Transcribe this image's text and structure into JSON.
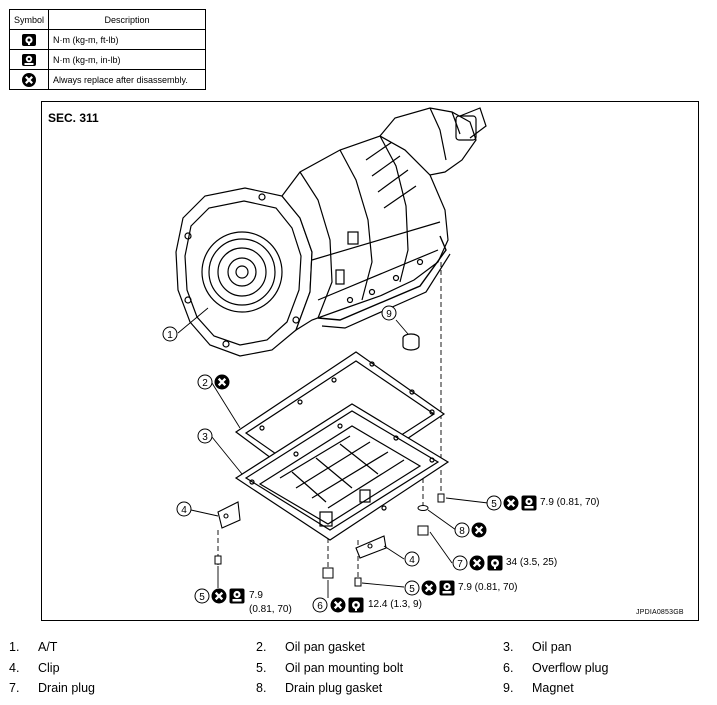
{
  "legend": {
    "header_symbol": "Symbol",
    "header_description": "Description",
    "rows": [
      {
        "icon": "torque-wrench-icon",
        "description": "N·m (kg-m, ft-lb)"
      },
      {
        "icon": "torque-wrench-small-icon",
        "description": "N·m (kg-m, in-lb)"
      },
      {
        "icon": "replace-icon",
        "description": "Always replace after disassembly."
      }
    ]
  },
  "diagram": {
    "section": "SEC. 311",
    "figure_id": "JPDIA0853GB",
    "callouts": {
      "c1": "1",
      "c2": "2",
      "c3": "3",
      "c4a": "4",
      "c4b": "4",
      "c5a": "5",
      "c5b": "5",
      "c5c": "5",
      "c6": "6",
      "c7": "7",
      "c8": "8",
      "c9": "9"
    },
    "torques": {
      "bolt_right": "7.9 (0.81, 70)",
      "bolt_left_1": "7.9",
      "bolt_left_2": "(0.81, 70)",
      "bolt_bottom": "7.9 (0.81, 70)",
      "drain_plug": "34 (3.5, 25)",
      "overflow_plug": "12.4 (1.3, 9)"
    }
  },
  "parts": [
    {
      "num": "1.",
      "name": "A/T"
    },
    {
      "num": "2.",
      "name": "Oil pan gasket"
    },
    {
      "num": "3.",
      "name": "Oil pan"
    },
    {
      "num": "4.",
      "name": "Clip"
    },
    {
      "num": "5.",
      "name": "Oil pan mounting bolt"
    },
    {
      "num": "6.",
      "name": "Overflow plug"
    },
    {
      "num": "7.",
      "name": "Drain plug"
    },
    {
      "num": "8.",
      "name": "Drain plug gasket"
    },
    {
      "num": "9.",
      "name": "Magnet"
    }
  ]
}
